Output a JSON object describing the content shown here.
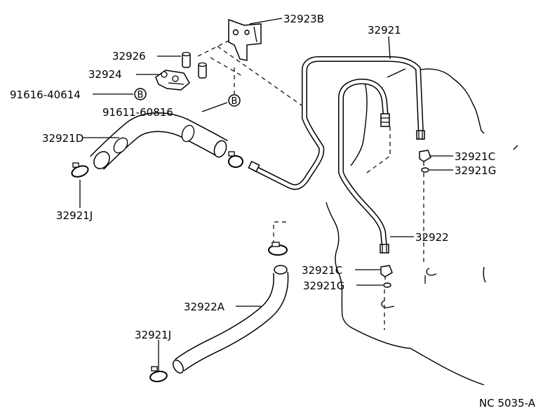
{
  "labels": {
    "p32923B": "32923B",
    "p32921": "32921",
    "p32926": "32926",
    "p32924": "32924",
    "p91616": "91616-40614",
    "p91611": "91611-60816",
    "p32921D": "32921D",
    "p32921C_top": "32921C",
    "p32921G_top": "32921G",
    "p32921J_top": "32921J",
    "p32922": "32922",
    "p32921C_bot": "32921C",
    "p32921G_bot": "32921G",
    "p32922A": "32922A",
    "p32921J_bot": "32921J",
    "bolt_mark": "B",
    "diagram_code": "NC 5035-A"
  }
}
